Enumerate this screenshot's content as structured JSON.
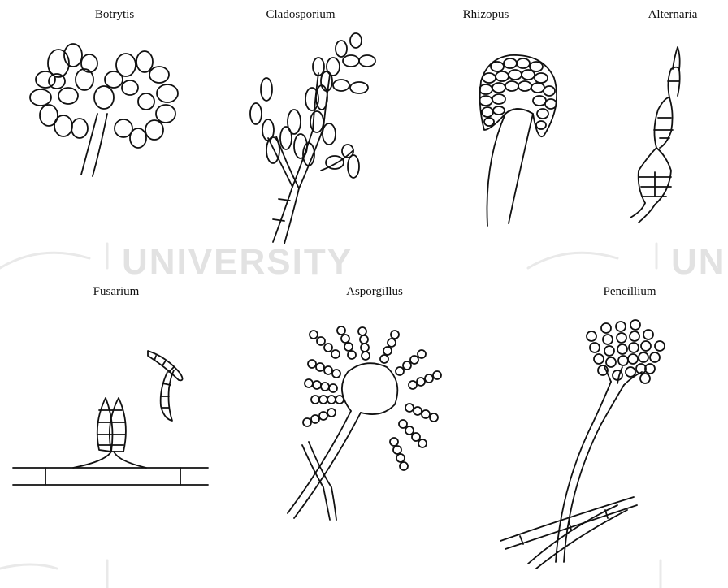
{
  "labels": {
    "botrytis": "Botrytis",
    "cladosporium": "Cladosporium",
    "rhizopus": "Rhizopus",
    "alternaria": "Alternaria",
    "fusarium": "Fusarium",
    "aspergillus": "Asporgillus",
    "penicillium": "Pencillium"
  },
  "watermark": {
    "left": "UNIVERSITY",
    "right": "UNI"
  },
  "colors": {
    "ink": "#111111",
    "background": "#ffffff",
    "watermark": "#e2e2e2"
  }
}
